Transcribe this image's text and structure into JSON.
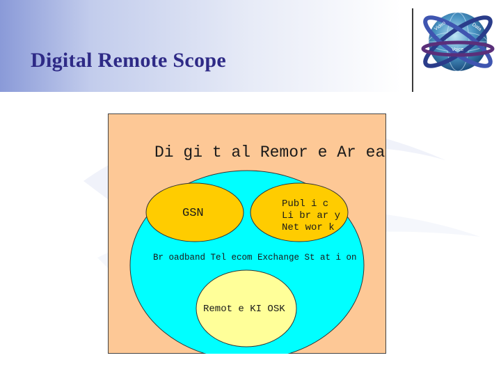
{
  "slide": {
    "title": "Digital Remote Scope"
  },
  "logo": {
    "icon": "globe-icon",
    "ring_labels": [
      "Video",
      "Data",
      "Voice"
    ]
  },
  "diagram": {
    "area_label": "Di gi t al  Remor e  Ar ea",
    "gsn_label": "GSN",
    "public_library_lines": [
      "Publ i c",
      "Li br ar y",
      "Net wor k"
    ],
    "station_label": "Br oadband  Tel ecom Exchange  St at i on",
    "kiosk_label": "Remot e  KI OSK",
    "colors": {
      "background": "#fdc896",
      "station": "#00ffff",
      "gsn": "#ffcc00",
      "public_library": "#ffcc00",
      "kiosk": "#ffff99"
    }
  }
}
